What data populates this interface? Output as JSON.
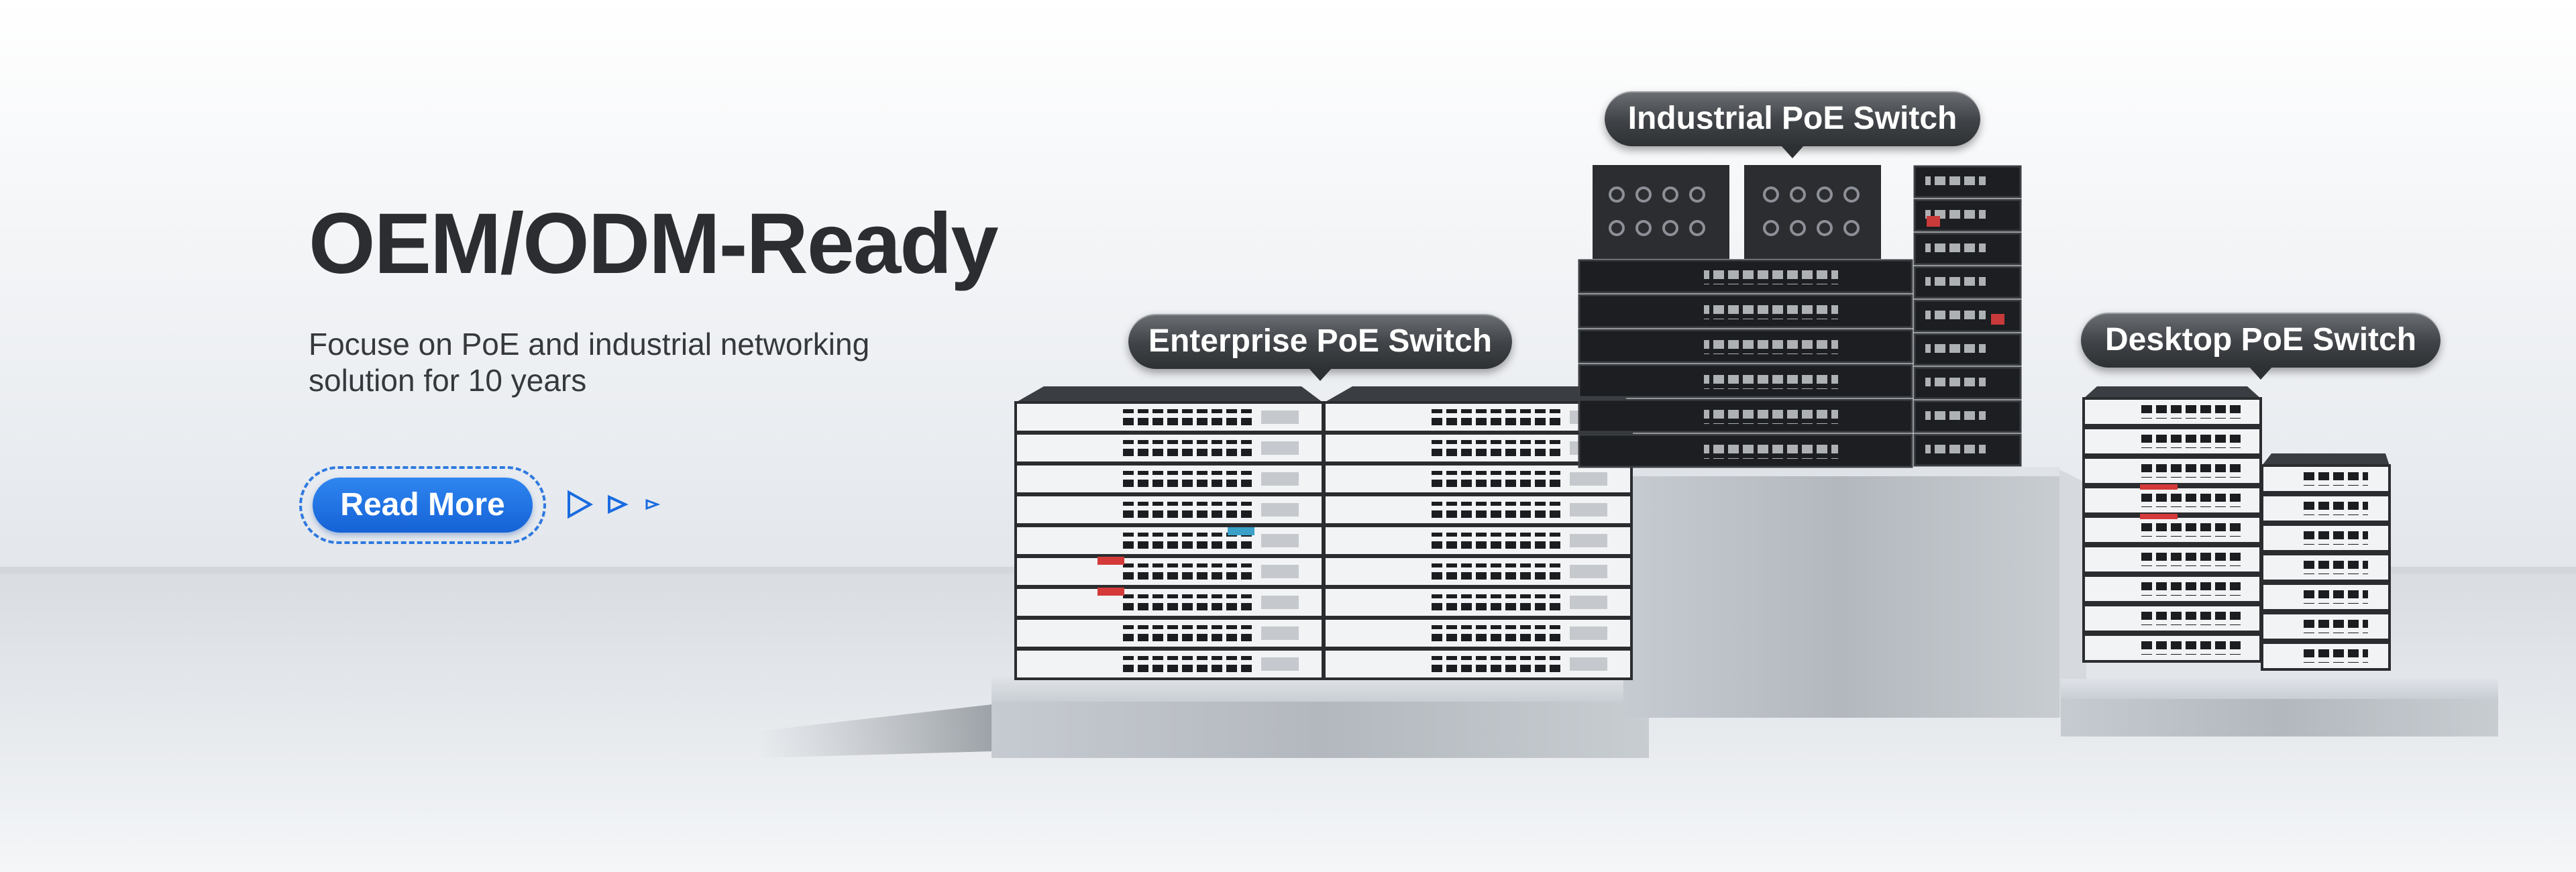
{
  "hero": {
    "title": "OEM/ODM-Ready",
    "subtitle_line1": "Focuse on PoE and industrial networking",
    "subtitle_line2": "solution for 10 years",
    "cta_label": "Read More"
  },
  "labels": {
    "enterprise": "Enterprise PoE Switch",
    "industrial": "Industrial PoE Switch",
    "desktop": "Desktop PoE Switch"
  },
  "colors": {
    "accent": "#1a6be0",
    "title": "#2b2d30",
    "pill": "#3f4246"
  }
}
